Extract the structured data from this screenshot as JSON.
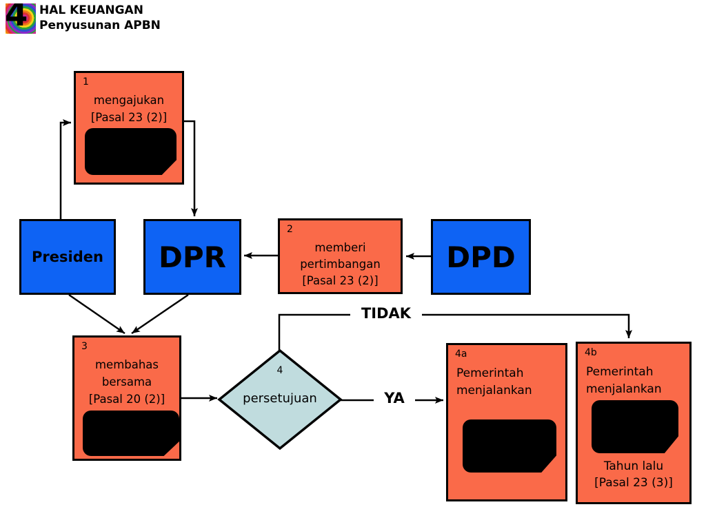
{
  "header": {
    "title": "HAL KEUANGAN",
    "subtitle": "Penyusunan APBN",
    "logo_number": "4"
  },
  "colors": {
    "box_orange": "#FA6A49",
    "box_blue": "#0E63F4",
    "diamond_fill": "#C0DCDE",
    "line_black": "#000000",
    "background": "#FFFFFF"
  },
  "nodes": {
    "box1": {
      "number": "1",
      "line1": "mengajukan",
      "line2": "[Pasal 23 (2)]"
    },
    "presiden": {
      "label": "Presiden"
    },
    "dpr": {
      "label": "DPR"
    },
    "box2": {
      "number": "2",
      "line1": "memberi",
      "line2": "pertimbangan",
      "line3": "[Pasal 23 (2)]"
    },
    "dpd": {
      "label": "DPD"
    },
    "box3": {
      "number": "3",
      "line1": "membahas",
      "line2": "bersama",
      "line3": "[Pasal 20 (2)]"
    },
    "decision": {
      "number": "4",
      "label": "persetujuan"
    },
    "box4a": {
      "number": "4a",
      "line1": "Pemerintah",
      "line2": "menjalankan"
    },
    "box4b": {
      "number": "4b",
      "line1": "Pemerintah",
      "line2": "menjalankan",
      "footer1": "Tahun lalu",
      "footer2": "[Pasal 23 (3)]"
    }
  },
  "edges": {
    "no_label": "TIDAK",
    "yes_label": "YA"
  }
}
